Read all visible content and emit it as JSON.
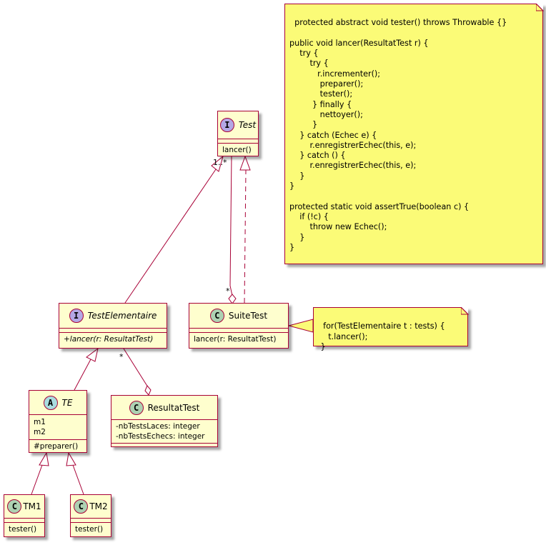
{
  "diagram": {
    "type": "uml-class-diagram",
    "colors": {
      "border": "#A80036",
      "class_bg": "#FEFECE",
      "note_bg": "#FBFB77",
      "interface_badge": "#B4A7E5",
      "class_badge": "#ADD1B2",
      "abstract_badge": "#A9DCDF"
    },
    "classes": {
      "test": {
        "kind": "interface",
        "badge": "I",
        "name": "Test",
        "attributes": [],
        "methods": [
          "lancer()"
        ]
      },
      "testelementaire": {
        "kind": "interface",
        "badge": "I",
        "name": "TestElementaire",
        "attributes": [],
        "methods": [
          "+lancer(r: ResultatTest)"
        ]
      },
      "suitetest": {
        "kind": "class",
        "badge": "C",
        "name": "SuiteTest",
        "attributes": [],
        "methods": [
          "lancer(r: ResultatTest)"
        ]
      },
      "te": {
        "kind": "abstract",
        "badge": "A",
        "name": "TE",
        "attributes": [
          "m1",
          "m2"
        ],
        "methods": [
          "#preparer()"
        ]
      },
      "resultattest": {
        "kind": "class",
        "badge": "C",
        "name": "ResultatTest",
        "attributes": [
          "-nbTestsLaces: integer",
          "-nbTestsEchecs: integer"
        ],
        "methods": []
      },
      "tm1": {
        "kind": "class",
        "badge": "C",
        "name": "TM1",
        "attributes": [],
        "methods": [
          "tester()"
        ]
      },
      "tm2": {
        "kind": "class",
        "badge": "C",
        "name": "TM2",
        "attributes": [],
        "methods": [
          "tester()"
        ]
      }
    },
    "notes": {
      "main": "protected abstract void tester() throws Throwable {}\n\npublic void lancer(ResultatTest r) {\n    try {\n        try {\n           r.incrementer();\n            preparer();\n            tester();\n         } finally {\n            nettoyer();\n         }\n    } catch (Echec e) {\n        r.enregistrerEchec(this, e);\n    } catch () {\n        r.enregistrerEchec(this, e);\n    }\n}\n\nprotected static void assertTrue(boolean c) {\n    if (!c) {\n        throw new Echec();\n    }\n}",
      "suite": "for(TestElementaire t : tests) {\n    t.lancer();\n }"
    },
    "relations": [
      {
        "from": "TestElementaire",
        "to": "Test",
        "type": "extension"
      },
      {
        "from": "SuiteTest",
        "to": "Test",
        "type": "realization"
      },
      {
        "from": "SuiteTest",
        "to": "Test",
        "type": "aggregation",
        "label_near_test": "1..*",
        "label_near_suitetest": "*"
      },
      {
        "from": "TE",
        "to": "TestElementaire",
        "type": "extension"
      },
      {
        "from": "ResultatTest",
        "to": "TestElementaire",
        "type": "aggregation",
        "label_near_testelementaire": "*"
      },
      {
        "from": "TM1",
        "to": "TE",
        "type": "extension"
      },
      {
        "from": "TM2",
        "to": "TE",
        "type": "extension"
      },
      {
        "from": "note-suite",
        "to": "SuiteTest",
        "type": "note-link"
      }
    ],
    "multiplicities": {
      "test_side": "1..*",
      "suitetest_side": "*",
      "testelementaire_side": "*"
    }
  }
}
